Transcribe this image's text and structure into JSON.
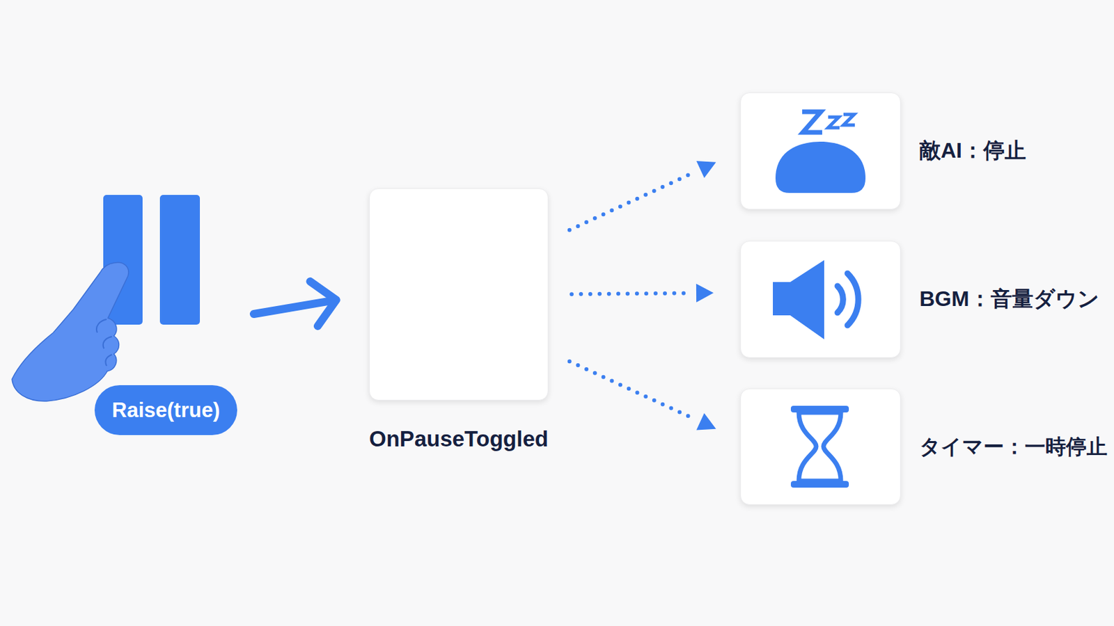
{
  "diagram": {
    "nodes": [
      {
        "text": [
          "Raise(true)"
        ]
      },
      {
        "text": [
          "OnPauseToggled"
        ]
      },
      {
        "text": [
          "敵AI：停止"
        ]
      },
      {
        "text": [
          "BGM：音量ダウン"
        ]
      },
      {
        "text": [
          "タイマー：一時停止"
        ]
      }
    ],
    "edges": [
      {
        "from": 0,
        "to": 1,
        "arrow": "to"
      },
      {
        "from": 1,
        "to": 2,
        "arrow": "to"
      },
      {
        "from": 1,
        "to": 3,
        "arrow": "to"
      },
      {
        "from": 1,
        "to": 4,
        "arrow": "to"
      }
    ]
  }
}
